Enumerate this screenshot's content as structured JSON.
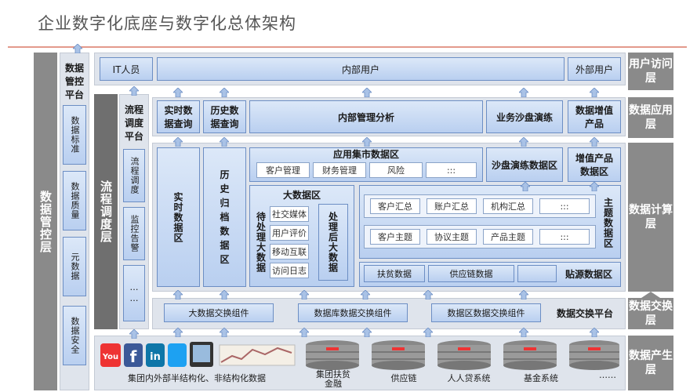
{
  "title": "企业数字化底座与数字化总体架构",
  "left_layer": "数据管控层",
  "control_platform": {
    "title": "数据管控平台",
    "items": [
      "数据标准",
      "数据质量",
      "元数据",
      "数据安全"
    ]
  },
  "process_layer": "流程调度层",
  "process_platform": {
    "title": "流程调度平台",
    "items": [
      "流程调度",
      "监控告警",
      "……"
    ]
  },
  "right_layers": [
    "用户访问层",
    "数据应用层",
    "数据计算层",
    "数据交换层",
    "数据产生层"
  ],
  "user_row": {
    "it": "IT人员",
    "internal": "内部用户",
    "external": "外部用户"
  },
  "app_row": {
    "realtime": "实时数据查询",
    "history": "历史数据查询",
    "internal_analysis": "内部管理分析",
    "sandbox": "业务沙盘演练",
    "value_added": "数据增值产品"
  },
  "compute": {
    "realtime_zone": "实时数据区",
    "history_zone": "历史归档数据区",
    "app_mart": {
      "title": "应用集市数据区",
      "items": [
        "客户管理",
        "财务管理",
        "风险",
        ":::"
      ]
    },
    "sandbox_zone": "沙盘演练数据区",
    "value_zone": "增值产品数据区",
    "bigdata": {
      "title": "大数据区",
      "pending": "待处理大数据",
      "items": [
        "社交媒体",
        "用户评价",
        "移动互联",
        "访问日志"
      ],
      "processed": "处理后大数据"
    },
    "theme": {
      "label": "主题数据区",
      "row1": [
        "客户汇总",
        "账户汇总",
        "机构汇总",
        ":::"
      ],
      "row2": [
        "客户主题",
        "协议主题",
        "产品主题",
        ":::"
      ]
    },
    "source_row": {
      "items": [
        "扶贫数据",
        "供应链数据"
      ],
      "label": "贴源数据区"
    }
  },
  "exchange": {
    "items": [
      "大数据交换组件",
      "数据库数据交换组件",
      "数据区数据交换组件"
    ],
    "label": "数据交换平台"
  },
  "sources": {
    "unstructured": "集团内外部半结构化、非结构化数据",
    "systems": [
      "集团扶贫金融",
      "供应链",
      "人人贷系统",
      "基金系统"
    ],
    "more": "……"
  }
}
